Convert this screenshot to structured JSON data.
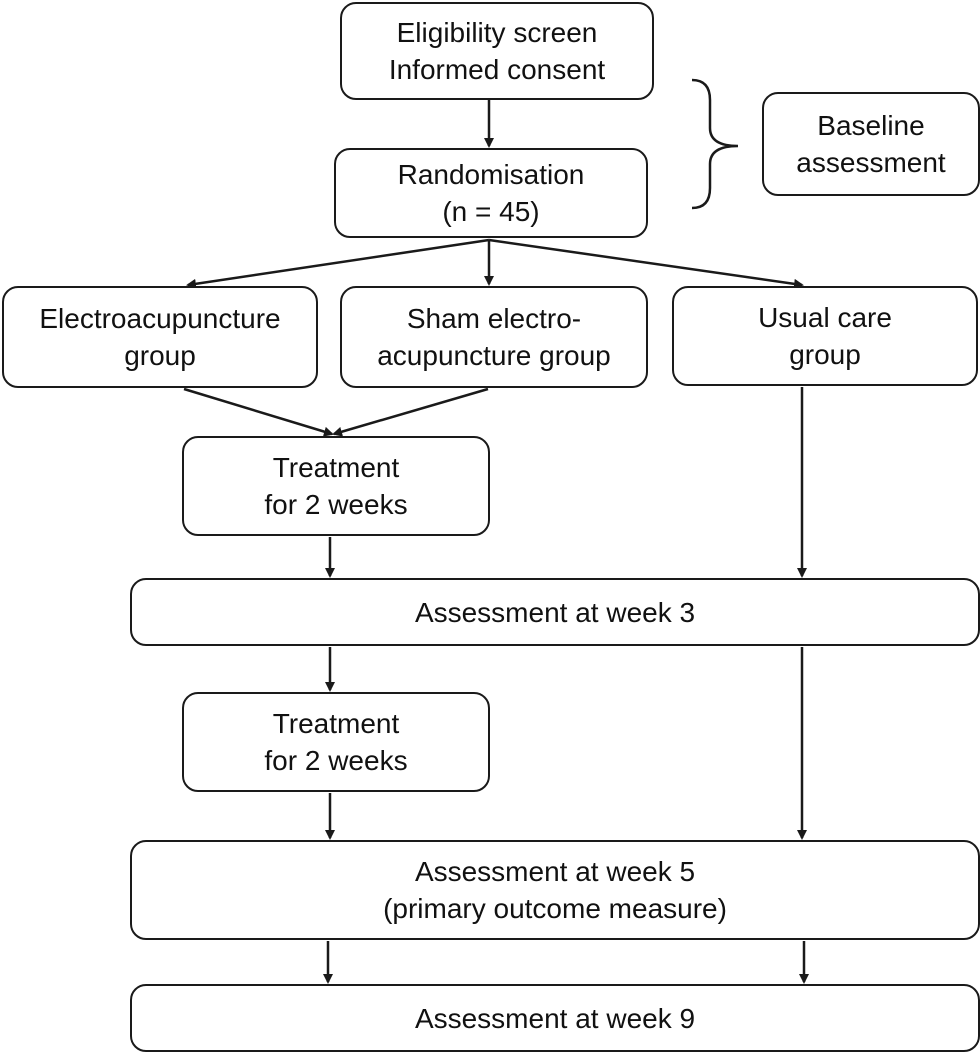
{
  "nodes": {
    "eligibility": [
      "Eligibility screen",
      "Informed consent"
    ],
    "randomisation": [
      "Randomisation",
      "(n = 45)"
    ],
    "baseline": [
      "Baseline",
      "assessment"
    ],
    "electroacupuncture": [
      "Electroacupuncture",
      "group"
    ],
    "sham": [
      "Sham electro-",
      "acupuncture group"
    ],
    "usual_care": [
      "Usual care",
      "group"
    ],
    "treatment_1": [
      "Treatment",
      "for 2 weeks"
    ],
    "assessment_week3": [
      "Assessment at week 3"
    ],
    "treatment_2": [
      "Treatment",
      "for 2 weeks"
    ],
    "assessment_week5": [
      "Assessment at week 5",
      "(primary outcome measure)"
    ],
    "assessment_week9": [
      "Assessment at week 9"
    ]
  },
  "edges": [
    {
      "from": "eligibility",
      "to": "randomisation"
    },
    {
      "from": "randomisation",
      "to": "electroacupuncture"
    },
    {
      "from": "randomisation",
      "to": "sham"
    },
    {
      "from": "randomisation",
      "to": "usual_care"
    },
    {
      "from": "electroacupuncture",
      "to": "treatment_1"
    },
    {
      "from": "sham",
      "to": "treatment_1"
    },
    {
      "from": "treatment_1",
      "to": "assessment_week3"
    },
    {
      "from": "usual_care",
      "to": "assessment_week3"
    },
    {
      "from": "assessment_week3",
      "to": "treatment_2"
    },
    {
      "from": "assessment_week3",
      "to": "assessment_week5"
    },
    {
      "from": "treatment_2",
      "to": "assessment_week5"
    },
    {
      "from": "assessment_week5",
      "to": "assessment_week9"
    }
  ],
  "groupings": [
    {
      "members": [
        "eligibility",
        "randomisation"
      ],
      "label_node": "baseline",
      "shape": "curly-brace"
    }
  ],
  "colors": {
    "stroke": "#1a1a1a",
    "fill": "#ffffff",
    "text": "#111111"
  }
}
